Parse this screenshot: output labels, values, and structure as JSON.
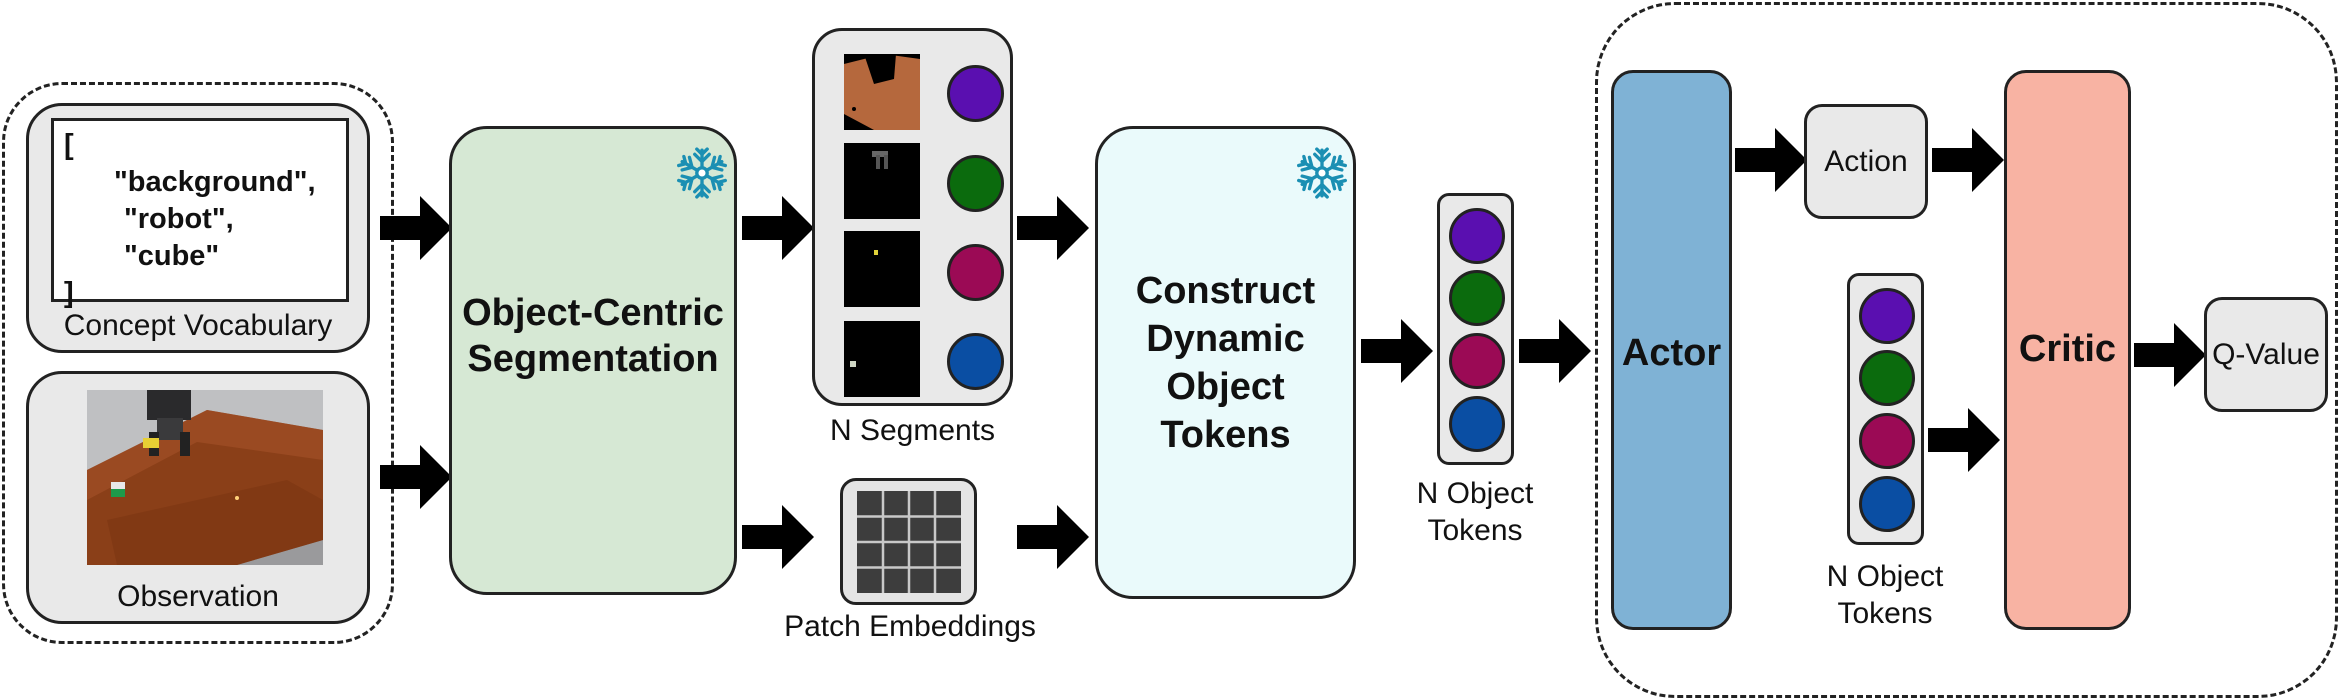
{
  "colors": {
    "green_box": "#d6e8d4",
    "cyan_box": "#eafafb",
    "actor": "#7fb2d5",
    "critic": "#f8b3a3",
    "panel_gray": "#e9e9e9",
    "token_purple": "#5a0fb0",
    "token_green": "#0b6b0d",
    "token_crimson": "#9b0a55",
    "token_blue": "#0a4ea3",
    "snowflake": "#1b8fb3"
  },
  "concept_vocabulary": {
    "open_bracket": "[",
    "items": [
      "\"background\",",
      "\"robot\",",
      "\"cube\""
    ],
    "close_bracket": "]",
    "label": "Concept Vocabulary"
  },
  "observation": {
    "label": "Observation"
  },
  "segmentation": {
    "title": "Object-Centric Segmentation",
    "icon": "snowflake-icon"
  },
  "segments": {
    "label": "N Segments"
  },
  "patches": {
    "label": "Patch Embeddings"
  },
  "construct": {
    "title": "Construct Dynamic Object Tokens",
    "icon": "snowflake-icon"
  },
  "object_tokens_1": {
    "label": "N Object Tokens"
  },
  "object_tokens_2": {
    "label": "N Object Tokens"
  },
  "actor": {
    "label": "Actor"
  },
  "action": {
    "label": "Action"
  },
  "critic": {
    "label": "Critic"
  },
  "q_value": {
    "label": "Q-Value"
  }
}
